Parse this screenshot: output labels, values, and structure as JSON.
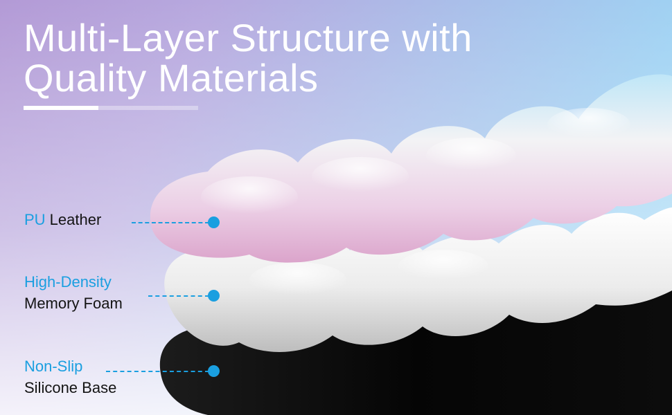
{
  "title": "Multi-Layer Structure with\nQuality Materials",
  "colors": {
    "accent": "#1a9fe0",
    "text_dark": "#141414",
    "title": "#ffffff",
    "background_left": "#b39ad6",
    "background_right": "#a6dcf6"
  },
  "layers": [
    {
      "highlight": "PU",
      "text": " Leather"
    },
    {
      "highlight": "High-Density",
      "text": "Memory Foam"
    },
    {
      "highlight": "Non-Slip",
      "text": "Silicone Base"
    }
  ]
}
